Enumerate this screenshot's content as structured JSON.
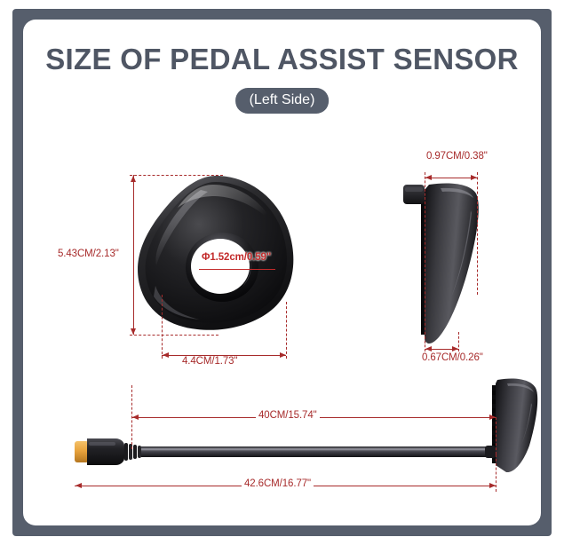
{
  "frame": {
    "border_color": "#565e6c",
    "background_color": "#ffffff"
  },
  "header": {
    "title": "SIZE OF PEDAL ASSIST SENSOR",
    "badge": "(Left Side)"
  },
  "theme": {
    "dimension_color": "#a72b2b",
    "title_color": "#4f5664",
    "body_color": "#1c1c1e",
    "connector_color": "#e8a33d"
  },
  "views": {
    "front": {
      "name": "front-view",
      "height_label": "5.43CM/2.13\"",
      "width_label": "4.4CM/1.73\"",
      "hole_label": "Φ1.52cm/0.59\""
    },
    "side": {
      "name": "side-view",
      "top_thickness_label": "0.97CM/0.38\"",
      "bottom_thickness_label": "0.67CM/0.26\""
    },
    "cable": {
      "name": "cable-view",
      "cable_length_label": "40CM/15.74\"",
      "total_length_label": "42.6CM/16.77\""
    }
  },
  "parts": {
    "sensor_body": "sensor-body",
    "sensor_hole": "sensor-center-hole",
    "connector": "cable-connector",
    "cable": "sensor-cable"
  }
}
